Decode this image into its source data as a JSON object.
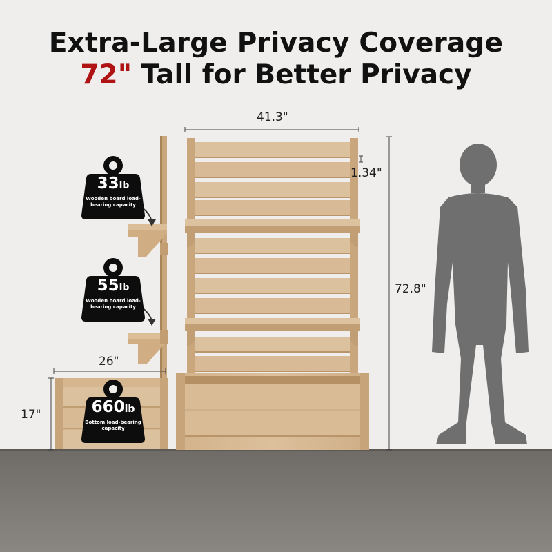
{
  "headline": {
    "line1": "Extra-Large Privacy Coverage",
    "line2_accent": "72\"",
    "line2_rest": " Tall for Better Privacy"
  },
  "dimensions": {
    "width": "41.3\"",
    "slat_gap": "1.34\"",
    "height": "72.8\"",
    "depth": "26\"",
    "planter_height": "17\""
  },
  "capacities": [
    {
      "value": "33",
      "unit": "lb",
      "caption": "Wooden board load-bearing capacity"
    },
    {
      "value": "55",
      "unit": "lb",
      "caption": "Wooden board load-bearing capacity"
    },
    {
      "value": "660",
      "unit": "lb",
      "caption": "Bottom load-bearing capacity"
    }
  ],
  "colors": {
    "accent": "#b01313",
    "wood": "#d6b893",
    "wood_dark": "#b8956a",
    "floor": "#6e6a66",
    "silhouette": "#6f6f6f",
    "weight_badge": "#0d0d0d"
  },
  "icons": [
    "weight-icon",
    "curved-arrow-icon",
    "person-silhouette-icon"
  ]
}
